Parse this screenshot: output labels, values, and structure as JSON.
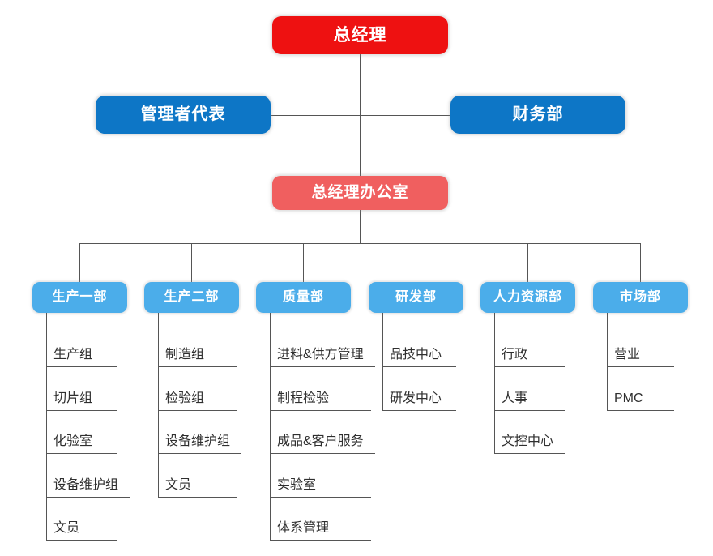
{
  "colors": {
    "red": "#ee1111",
    "dark_blue": "#0d76c6",
    "salmon": "#f05f5f",
    "light_blue": "#4badea",
    "line": "#555555",
    "item_text": "#2f2f2f"
  },
  "org": {
    "root": {
      "label": "总经理"
    },
    "level2": [
      {
        "label": "管理者代表"
      },
      {
        "label": "财务部"
      }
    ],
    "office": {
      "label": "总经理办公室"
    },
    "departments": [
      {
        "label": "生产一部",
        "children": [
          "生产组",
          "切片组",
          "化验室",
          "设备维护组",
          "文员"
        ]
      },
      {
        "label": "生产二部",
        "children": [
          "制造组",
          "检验组",
          "设备维护组",
          "文员"
        ]
      },
      {
        "label": "质量部",
        "children": [
          "进料&供方管理",
          "制程检验",
          "成品&客户服务",
          "实验室",
          "体系管理"
        ]
      },
      {
        "label": "研发部",
        "children": [
          "品技中心",
          "研发中心"
        ]
      },
      {
        "label": "人力资源部",
        "children": [
          "行政",
          "人事",
          "文控中心"
        ]
      },
      {
        "label": "市场部",
        "children": [
          "营业",
          "PMC"
        ]
      }
    ]
  }
}
